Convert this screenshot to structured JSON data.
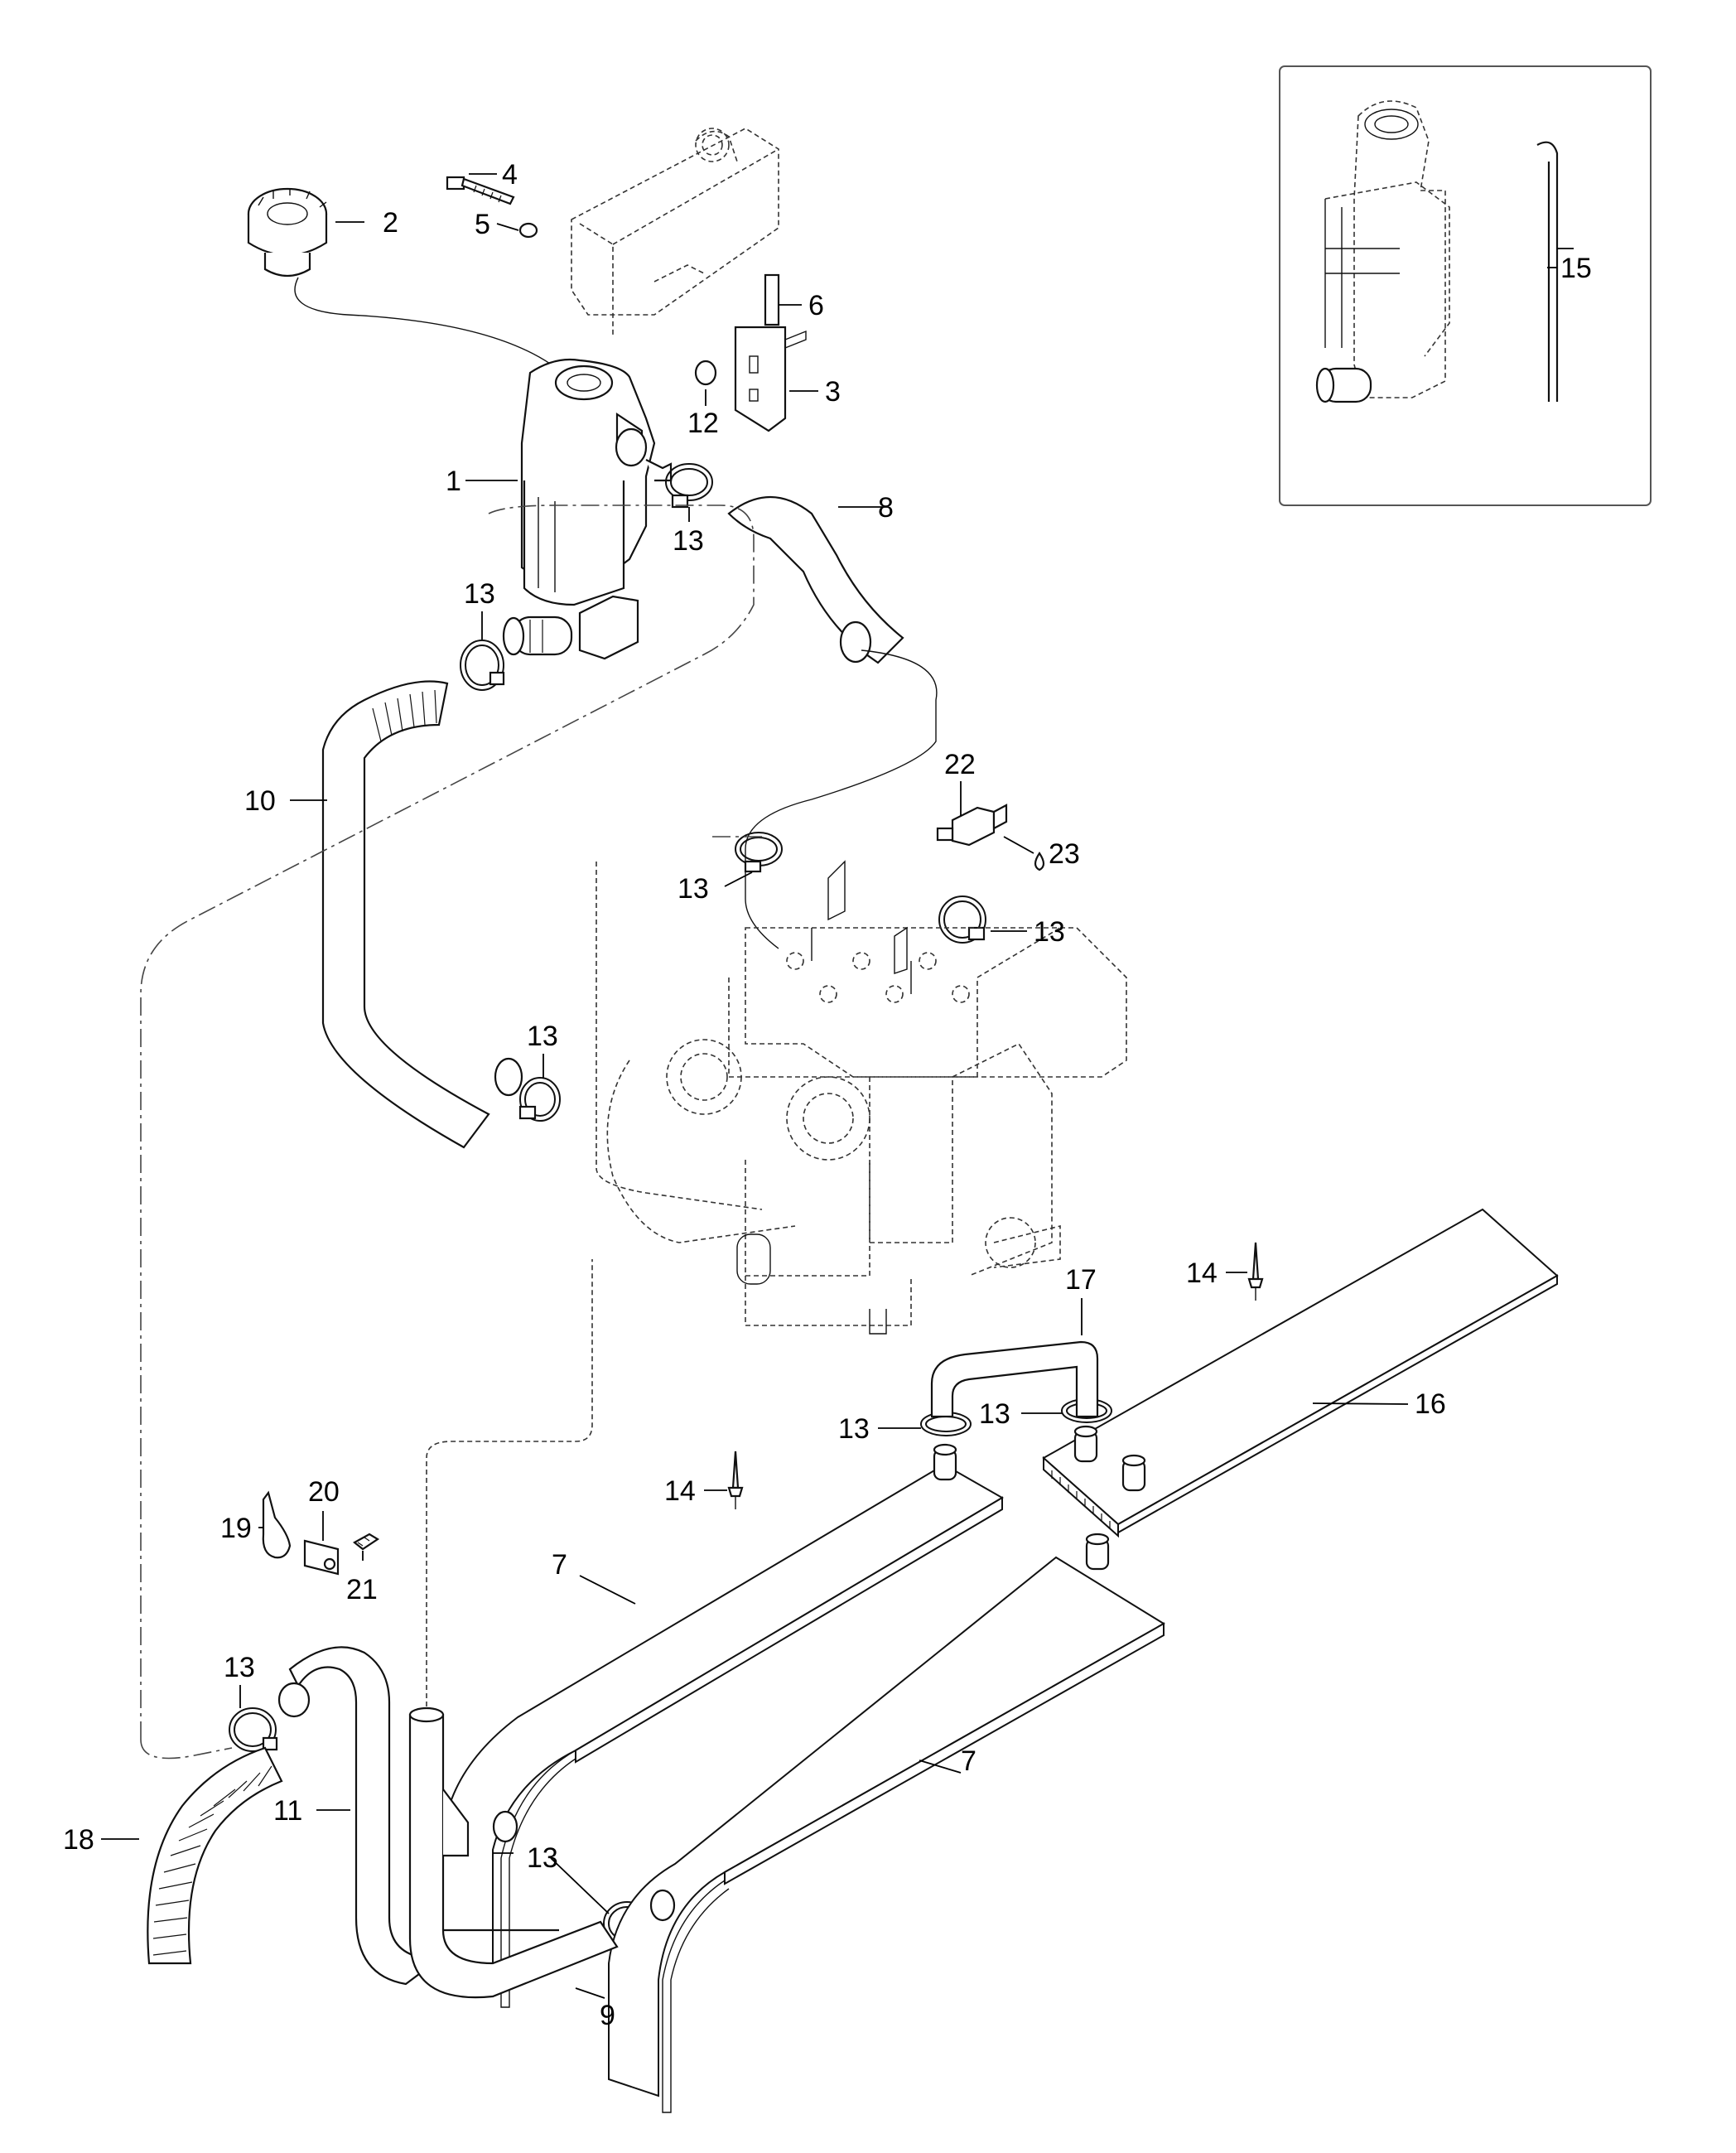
{
  "callouts": {
    "c1": "1",
    "c2": "2",
    "c3": "3",
    "c4": "4",
    "c5": "5",
    "c6": "6",
    "c7a": "7",
    "c7b": "7",
    "c8": "8",
    "c9": "9",
    "c10": "10",
    "c11": "11",
    "c12": "12",
    "c13a": "13",
    "c13b": "13",
    "c13c": "13",
    "c13d": "13",
    "c13e": "13",
    "c13f": "13",
    "c13g": "13",
    "c13h": "13",
    "c13i": "13",
    "c14a": "14",
    "c14b": "14",
    "c15": "15",
    "c16": "16",
    "c17": "17",
    "c18": "18",
    "c19": "19",
    "c20": "20",
    "c21": "21",
    "c22": "22",
    "c23": "23"
  },
  "colors": {
    "line": "#111111",
    "background": "#ffffff",
    "inset_border": "#555555"
  }
}
